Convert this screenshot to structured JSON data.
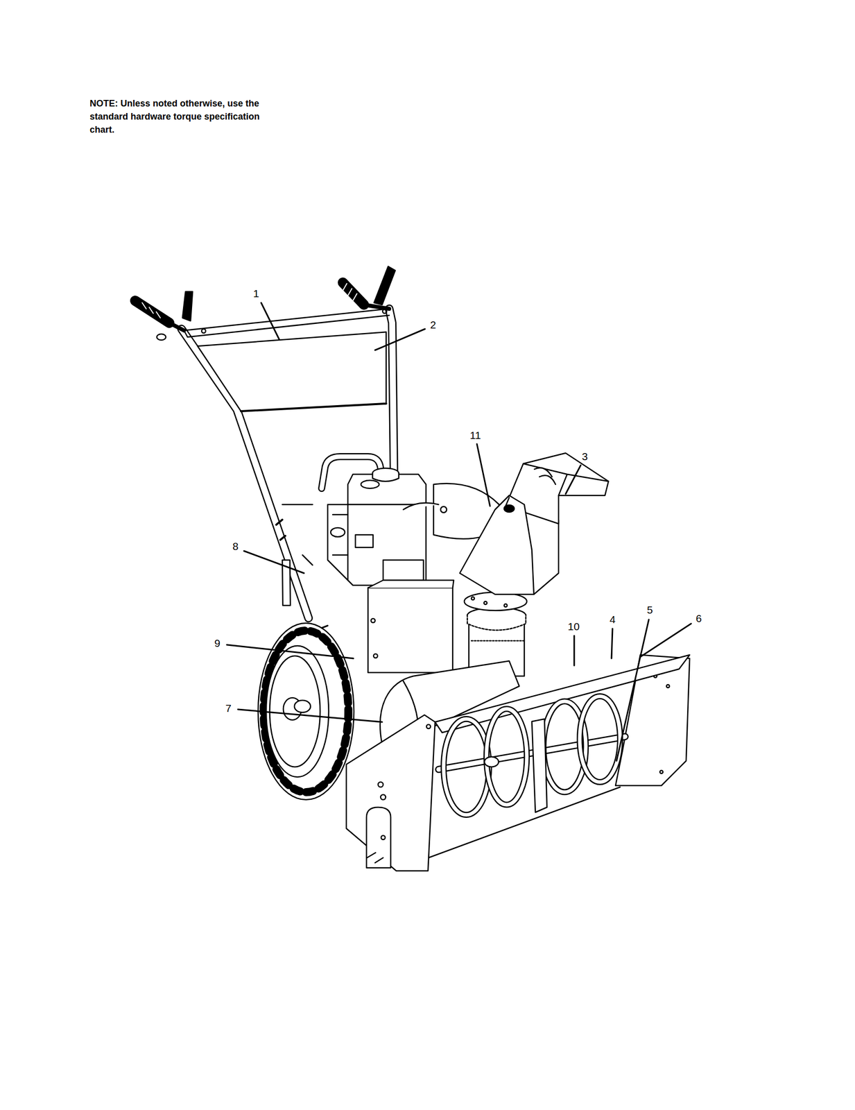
{
  "diagram": {
    "labels": [
      "NOTE: Unless noted otherwise, use the standard hardware torque specification chart.",
      "1",
      "2",
      "11",
      "3",
      "8",
      "10",
      "4",
      "5",
      "6",
      "9",
      "7"
    ]
  }
}
